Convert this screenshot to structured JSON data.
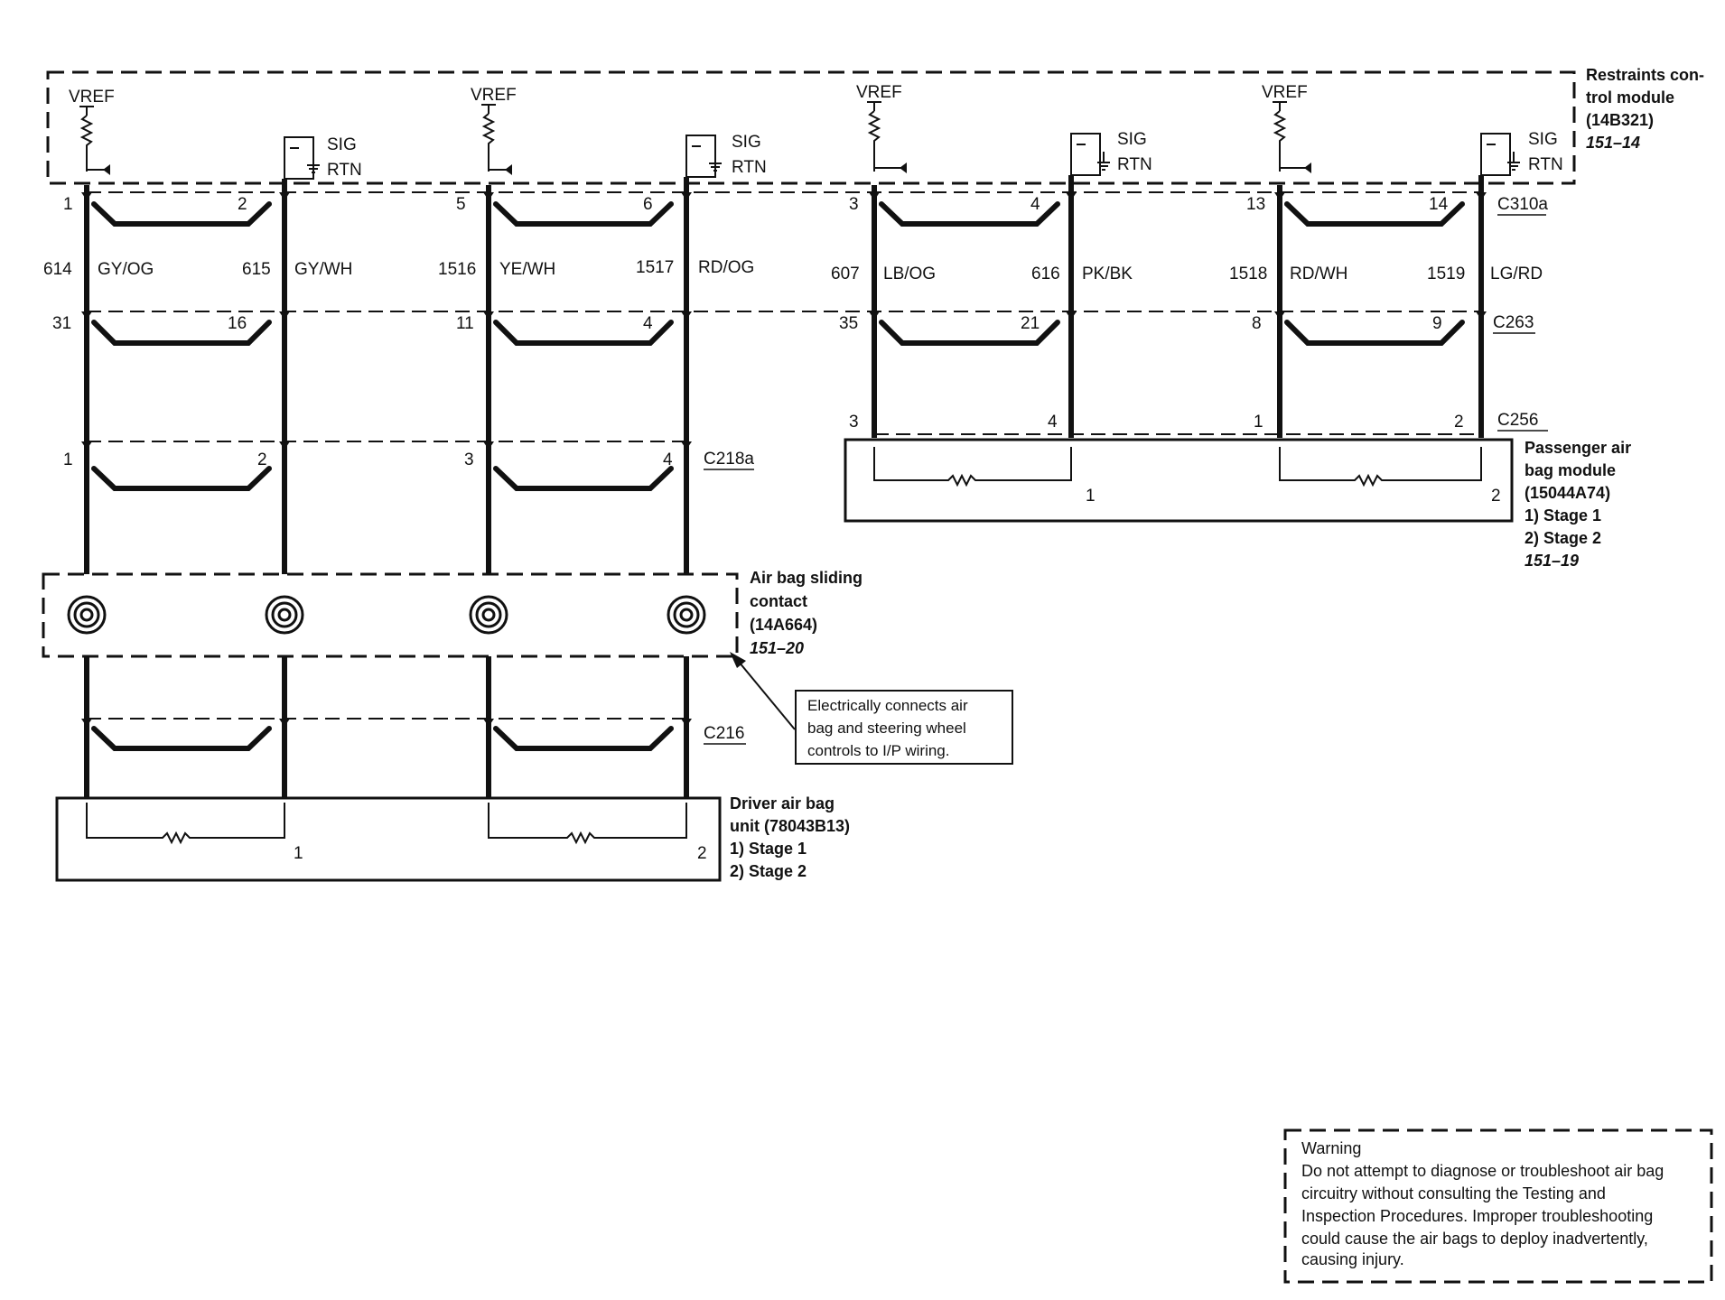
{
  "module": {
    "title1": "Restraints con-",
    "title2": "trol module",
    "part": "(14B321)",
    "ref": "151–14"
  },
  "vref": "VREF",
  "sig": "SIG",
  "rtn": "RTN",
  "pins_top": {
    "a1": "1",
    "a2": "2",
    "b1": "5",
    "b2": "6",
    "c1": "3",
    "c2": "4",
    "d1": "13",
    "d2": "14"
  },
  "wires": {
    "a1_num": "614",
    "a1_color": "GY/OG",
    "a2_num": "615",
    "a2_color": "GY/WH",
    "b1_num": "1516",
    "b1_color": "YE/WH",
    "b2_num": "1517",
    "b2_color": "RD/OG",
    "c1_num": "607",
    "c1_color": "LB/OG",
    "c2_num": "616",
    "c2_color": "PK/BK",
    "d1_num": "1518",
    "d1_color": "RD/WH",
    "d2_num": "1519",
    "d2_color": "LG/RD"
  },
  "connectors": {
    "c310a": "C310a",
    "c263": "C263",
    "c256": "C256",
    "c218a": "C218a",
    "c216": "C216"
  },
  "pins_c263": {
    "a1": "31",
    "a2": "16",
    "b1": "11",
    "b2": "4",
    "c1": "35",
    "c2": "21",
    "d1": "8",
    "d2": "9"
  },
  "pins_c256": {
    "c1": "3",
    "c2": "4",
    "d1": "1",
    "d2": "2"
  },
  "pins_c218a": {
    "a1": "1",
    "a2": "2",
    "b1": "3",
    "b2": "4"
  },
  "passenger": {
    "title1": "Passenger air",
    "title2": "bag module",
    "part": "(15044A74)",
    "stage1": "1)   Stage 1",
    "stage2": "2)   Stage 2",
    "ref": "151–19",
    "loop1": "1",
    "loop2": "2"
  },
  "sliding": {
    "title1": "Air bag sliding",
    "title2": "contact",
    "part": "(14A664)",
    "ref": "151–20"
  },
  "callout": {
    "line1": "Electrically connects air",
    "line2": "bag and steering wheel",
    "line3": "controls to I/P wiring."
  },
  "driver": {
    "title1": "Driver air bag",
    "title2": "unit (78043B13)",
    "stage1": "1)    Stage 1",
    "stage2": "2)    Stage 2",
    "loop1": "1",
    "loop2": "2"
  },
  "warning": {
    "title": "Warning",
    "line1": "Do not attempt to diagnose or troubleshoot air bag",
    "line2": "circuitry without consulting the Testing and",
    "line3": "Inspection Procedures. Improper troubleshooting",
    "line4": "could cause the air bags to deploy inadvertently,",
    "line5": "causing injury."
  }
}
